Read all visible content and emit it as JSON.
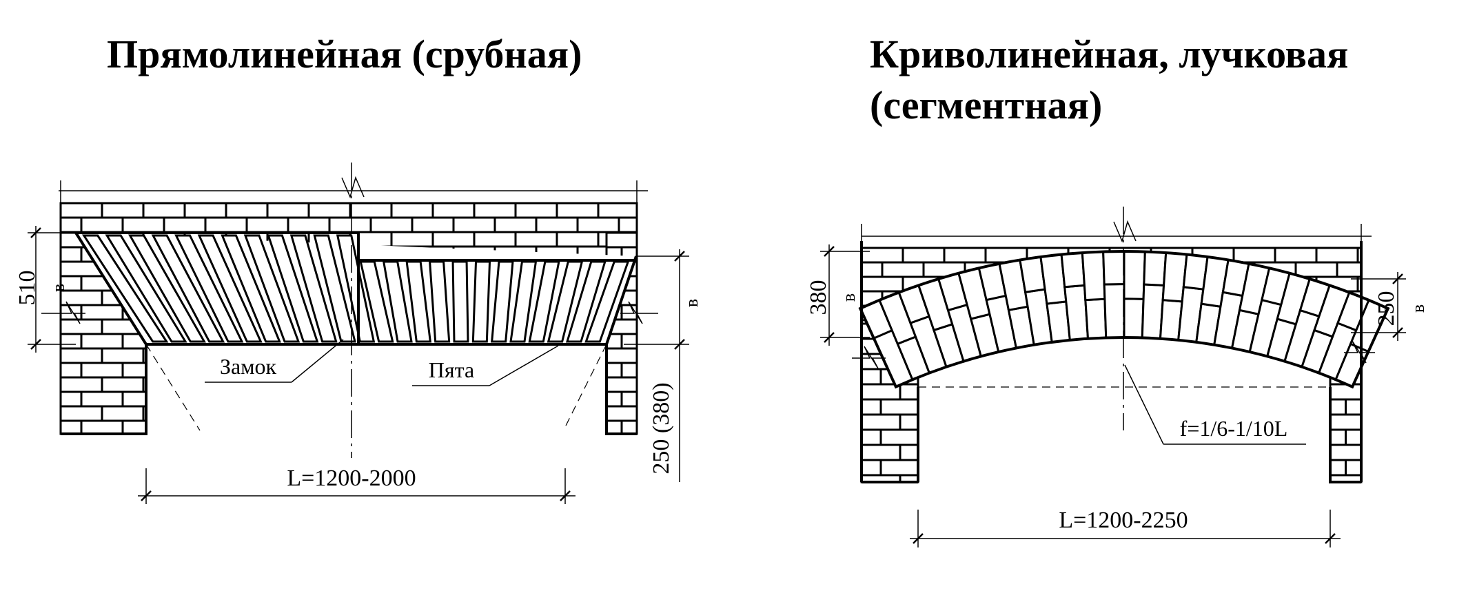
{
  "left_figure": {
    "title": "Прямолинейная (срубная)",
    "dim_height": "510",
    "dim_height_sub": "в",
    "dim_right": "250 (380)",
    "dim_right_sub": "в",
    "label_key": "Замок",
    "label_heel": "Пята",
    "dim_span": "L=1200-2000"
  },
  "right_figure": {
    "title_line1": "Криволинейная, лучковая",
    "title_line2": "(сегментная)",
    "dim_height": "380",
    "dim_height_sub": "в",
    "dim_right": "250",
    "dim_right_sub": "в",
    "label_rise": "f=1/6-1/10L",
    "dim_span": "L=1200-2250"
  }
}
